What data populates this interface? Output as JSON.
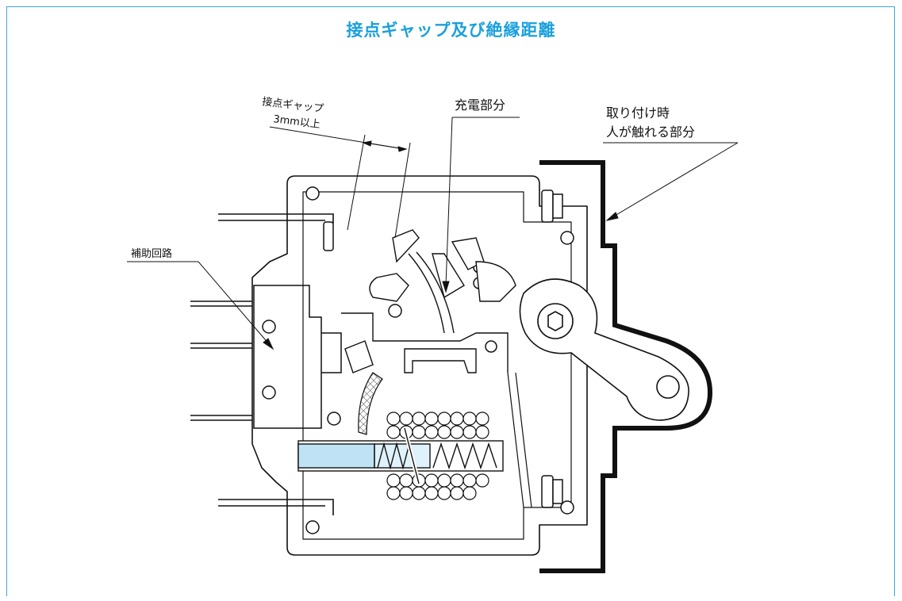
{
  "title": "接点ギャップ及び絶縁距離",
  "labels": {
    "contact_gap": "接点ギャップ",
    "contact_gap_value": "3mm以上",
    "live_part": "充電部分",
    "touch_part_line1": "取り付け時",
    "touch_part_line2": "人が触れる部分",
    "auxiliary_circuit": "補助回路"
  },
  "colors": {
    "title": "#1aa0dc",
    "frame": "#3aa8d8",
    "highlight": "#bfe3f5",
    "line": "#111111"
  }
}
